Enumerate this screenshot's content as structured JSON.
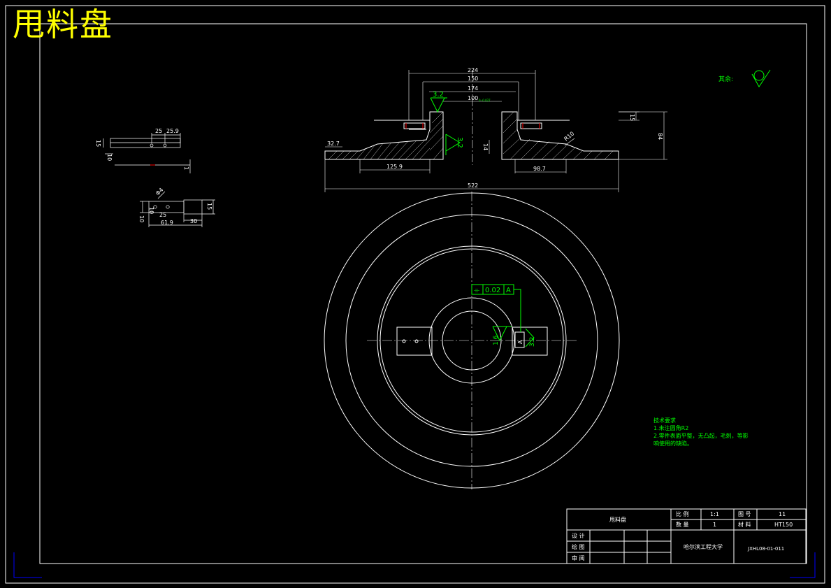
{
  "title": "甩料盘",
  "colors": {
    "background": "#000000",
    "lines": "#ffffff",
    "annotation": "#00ff00",
    "title": "#ffff00",
    "corner": "#0000ff"
  },
  "section_view": {
    "dims": {
      "d224": "224",
      "d150": "150",
      "d174": "174",
      "d100": "100",
      "tol": "0 -0.027",
      "ra32_top": "3.2",
      "ra32_side": "3.2",
      "h15": "15",
      "h84": "84",
      "h14": "14",
      "r10": "R10",
      "d32_7": "32.7",
      "d125_9": "125.9",
      "d98_7": "98.7",
      "d522": "522"
    }
  },
  "detail_a": {
    "dims": {
      "d25": "25",
      "d25_9": "25.9",
      "h15": "15",
      "h10": "10",
      "t1": "1"
    }
  },
  "detail_b": {
    "dims": {
      "phi4": "Φ4",
      "w10": "10",
      "h10": "10",
      "d25": "25",
      "d61_9": "61.9",
      "d30": "30",
      "d15": "15"
    }
  },
  "plan_view": {
    "tolerance_symbol": "⌯",
    "tolerance_value": "0.02",
    "datum": "A",
    "ra16": "1.6",
    "ra32": "3.2",
    "datum_box": "A"
  },
  "surface_note": {
    "label": "其余:"
  },
  "tech_requirements": {
    "heading": "技术要求",
    "items": [
      "1.未注圆角R2",
      "2.零件表面平整，无凸起，毛刺，等影",
      "响使用的缺陷。"
    ]
  },
  "title_block": {
    "part_name": "甩料盘",
    "scale_label": "比 例",
    "scale_value": "1:1",
    "figno_label": "图 号",
    "figno_value": "11",
    "qty_label": "数 量",
    "qty_value": "1",
    "material_label": "材 料",
    "material_value": "HT150",
    "design_label": "设 计",
    "draw_label": "绘 图",
    "review_label": "审 阅",
    "school": "哈尔滨工程大学",
    "code": "JXHL08-01-011"
  }
}
